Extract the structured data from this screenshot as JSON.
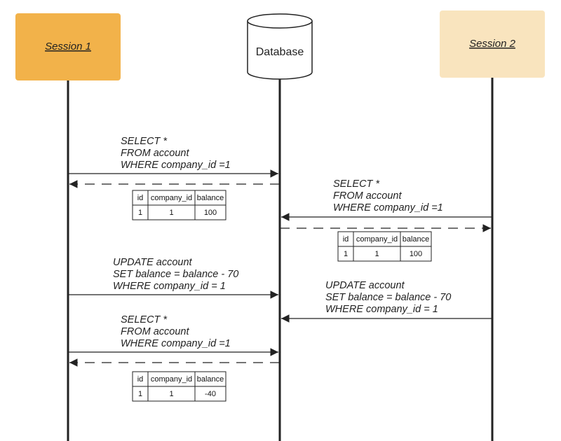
{
  "actors": {
    "session1": {
      "label": "Session 1",
      "color": "#F2B24A"
    },
    "database": {
      "label": "Database"
    },
    "session2": {
      "label": "Session 2",
      "color": "#F9E4BE"
    }
  },
  "messages": [
    {
      "lines": [
        "SELECT *",
        "FROM account",
        "WHERE company_id =1"
      ]
    },
    {
      "lines": [
        "SELECT *",
        "FROM account",
        "WHERE company_id =1"
      ]
    },
    {
      "lines": [
        "UPDATE account",
        "SET balance = balance - 70",
        "WHERE company_id = 1"
      ]
    },
    {
      "lines": [
        "UPDATE account",
        "SET balance = balance - 70",
        "WHERE company_id = 1"
      ]
    },
    {
      "lines": [
        "SELECT *",
        "FROM account",
        "WHERE company_id =1"
      ]
    }
  ],
  "tables": [
    {
      "headers": [
        "id",
        "company_id",
        "balance"
      ],
      "row": [
        "1",
        "1",
        "100"
      ]
    },
    {
      "headers": [
        "id",
        "company_id",
        "balance"
      ],
      "row": [
        "1",
        "1",
        "100"
      ]
    },
    {
      "headers": [
        "id",
        "company_id",
        "balance"
      ],
      "row": [
        "1",
        "1",
        "-40"
      ]
    }
  ]
}
